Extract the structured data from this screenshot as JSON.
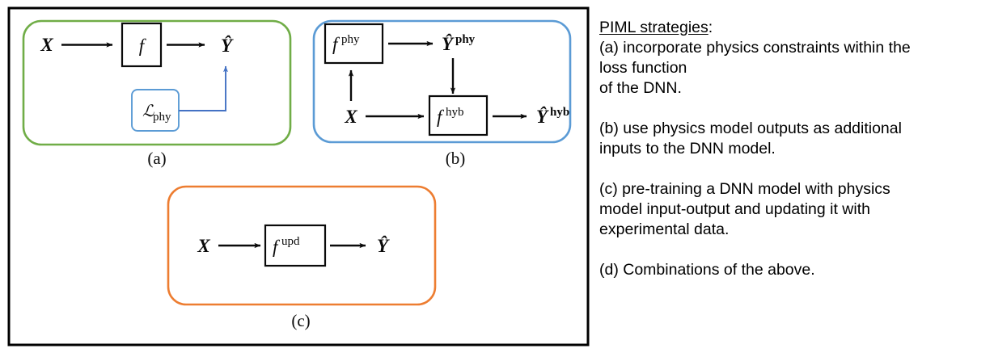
{
  "figure": {
    "frame_color": "#000000",
    "background": "#ffffff"
  },
  "panels": [
    {
      "id": "a",
      "caption": "(a)",
      "border_color": "#70ad47",
      "nodes": {
        "input": "X",
        "model": "f",
        "output": "Ŷ",
        "loss": "ℒ",
        "loss_sub": "phy"
      },
      "loss_box_color": "#5b9bd5",
      "arrow_color": "#4472c4"
    },
    {
      "id": "b",
      "caption": "(b)",
      "border_color": "#5b9bd5",
      "nodes": {
        "phys_model": "f",
        "phys_model_sup": "phy",
        "phys_output": "Ŷ",
        "phys_output_sup": "phy",
        "input": "X",
        "hybrid_model": "f",
        "hybrid_model_sup": "hyb",
        "hybrid_output": "Ŷ",
        "hybrid_output_sup": "hyb"
      }
    },
    {
      "id": "c",
      "caption": "(c)",
      "border_color": "#ed7d31",
      "nodes": {
        "input": "X",
        "model": "f",
        "model_sup": "upd",
        "output": "Ŷ"
      }
    }
  ],
  "text_panel": {
    "heading": "PIML strategies",
    "heading_suffix": ":",
    "blocks": [
      {
        "id": "a",
        "lines": [
          "(a) incorporate physics constraints within the",
          "loss function",
          "of the DNN."
        ]
      },
      {
        "id": "b",
        "lines": [
          "(b) use physics model outputs as additional",
          "inputs to the DNN model."
        ]
      },
      {
        "id": "c",
        "lines": [
          "(c) pre-training a DNN model with physics",
          "model input-output and updating it with",
          "experimental data."
        ]
      },
      {
        "id": "d",
        "lines": [
          "(d) Combinations of the above."
        ]
      }
    ]
  }
}
